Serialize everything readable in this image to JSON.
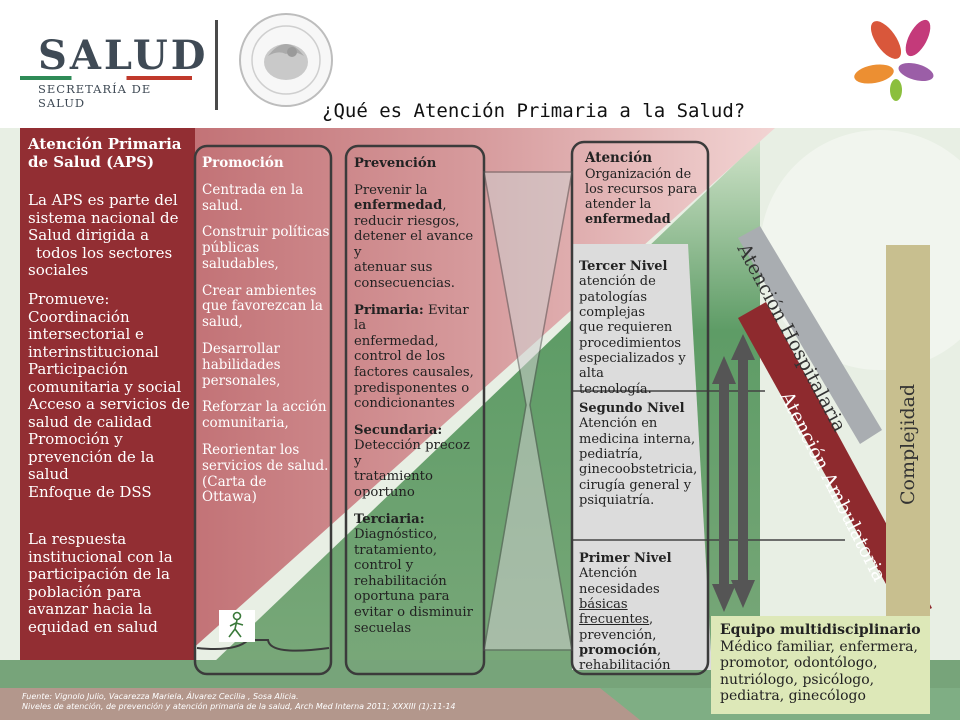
{
  "header": {
    "logo_word": "SALUD",
    "logo_subtitle": "SECRETARÍA DE SALUD",
    "title": "¿Qué es Atención Primaria a la Salud?",
    "icons": [
      "seal-icon",
      "butterfly-logo-icon",
      "walker-icon"
    ]
  },
  "colors": {
    "dark_red": "#8e2a2e",
    "pink_red": "#c77b7f",
    "green": "#4f8f5c",
    "gray_panel": "#dcdcdc",
    "khaki": "#c8bf8f",
    "light_green_box": "#dde8b8"
  },
  "aps": {
    "title_line1": "Atención Primaria",
    "title_line2": "de Salud (APS)",
    "desc_lines": [
      "La APS es parte del",
      "sistema nacional de",
      "Salud dirigida a",
      " todos los sectores",
      "sociales"
    ],
    "promueve_lines": [
      "Promueve:",
      "Coordinación",
      "intersectorial e",
      "interinstitucional",
      "Participación",
      "comunitaria y social",
      "Acceso a servicios de",
      "salud de calidad",
      "Promoción y",
      "prevención de la",
      "salud",
      "Enfoque de DSS"
    ],
    "respuesta_lines": [
      "La respuesta",
      "institucional con la",
      "participación de la",
      "población para",
      "avanzar hacia la",
      "equidad en salud"
    ]
  },
  "promocion": {
    "title": "Promoción",
    "items": [
      [
        "Centrada en la",
        "salud."
      ],
      [
        "Construir políticas",
        "públicas",
        "saludables,"
      ],
      [
        "Crear ambientes",
        "que favorezcan la",
        "salud,"
      ],
      [
        "Desarrollar",
        "habilidades",
        "personales,"
      ],
      [
        "Reforzar la acción",
        "comunitaria,"
      ],
      [
        "Reorientar los",
        "servicios de salud.",
        "(Carta de",
        "Ottawa)"
      ]
    ]
  },
  "prevencion": {
    "title": "Prevención",
    "intro_a": "Prevenir la",
    "intro_bold": "enfermedad",
    "intro_b": ",",
    "intro_lines": [
      "reducir riesgos,",
      "detener el avance y",
      "atenuar sus",
      "consecuencias."
    ],
    "primaria_label": "Primaria:",
    "primaria_a": " Evitar la",
    "primaria_lines": [
      "enfermedad,",
      "control de los",
      "factores causales,",
      "predisponentes o",
      "condicionantes"
    ],
    "secundaria_label": "Secundaria:",
    "secundaria_lines": [
      "Detección precoz  y",
      "tratamiento",
      "oportuno"
    ],
    "terciaria_label": "Terciaria:",
    "terciaria_lines": [
      "Diagnóstico,",
      "tratamiento,",
      "control y",
      "rehabilitación",
      "oportuna para",
      "evitar o disminuir",
      "secuelas"
    ]
  },
  "atencion": {
    "title": "Atención",
    "lines": [
      "Organización de",
      "los recursos para",
      "atender la"
    ],
    "bold_last": "enfermedad"
  },
  "niveles": {
    "tercer": {
      "title": "Tercer Nivel",
      "lines": [
        "atención de",
        "patologías complejas",
        "que requieren",
        "procedimientos",
        "especializados y alta",
        "tecnología."
      ]
    },
    "segundo": {
      "title": "Segundo Nivel",
      "lines": [
        "Atención en",
        "medicina interna,",
        "pediatría,",
        "ginecoobstetricia,",
        "cirugía general y",
        "psiquiatría."
      ]
    },
    "primer": {
      "title": "Primer Nivel",
      "line1": "Atención",
      "line2_a": "necesidades ",
      "line2_u": "básicas",
      "line3_u": "frecuentes",
      "line3_b": ",",
      "line4": "prevención,",
      "line5_bold": "promoción",
      "line5_b": ",",
      "line6": "rehabilitación"
    }
  },
  "side_labels": {
    "hospitalaria": "Atención Hospitalaria",
    "ambulatoria": "Atención Ambulatoria",
    "complejidad": "Complejidad"
  },
  "equipo": {
    "title": "Equipo multidisciplinario",
    "lines": [
      "Médico familiar, enfermera,",
      "promotor, odontólogo,",
      "nutriólogo, psicólogo,",
      "pediatra, ginecólogo"
    ]
  },
  "source": {
    "line1": "Fuente: Vignolo Julio, Vacarezza Mariela, Álvarez Cecilia , Sosa Alicia.",
    "line2": "Niveles de atención, de prevención y atención primaria de la salud, Arch Med Interna 2011; XXXIII (1):11-14"
  }
}
